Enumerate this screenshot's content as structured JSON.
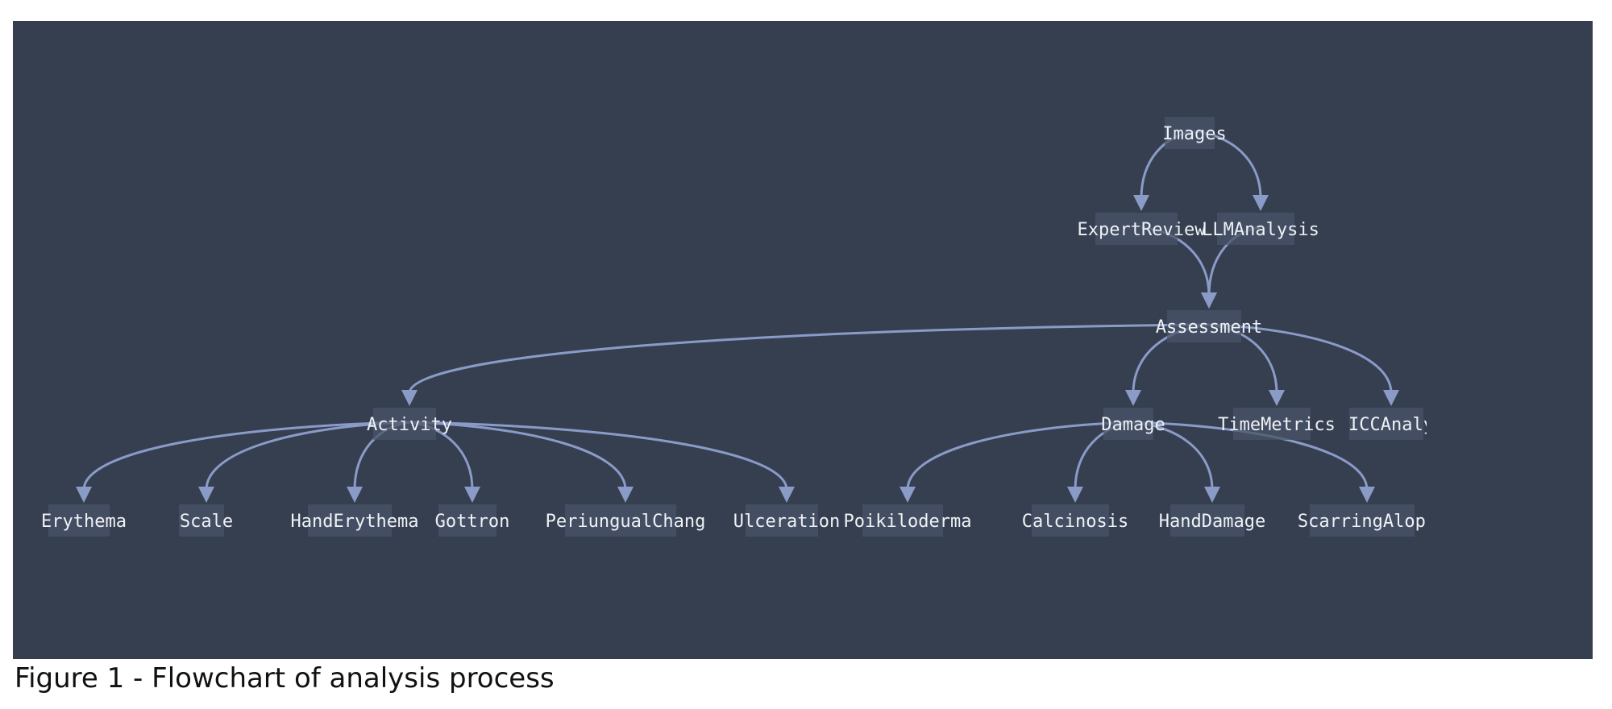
{
  "figure": {
    "caption": "Figure 1 - Flowchart of analysis process"
  },
  "colors": {
    "panel_background": "#363f50",
    "edge": "#8a9bc8",
    "node_box": "#4a5468",
    "node_text": "#eef1f6"
  },
  "diagram": {
    "nodes": [
      {
        "id": "images",
        "label": "Images"
      },
      {
        "id": "expert-review",
        "label": "ExpertReview"
      },
      {
        "id": "llm-analysis",
        "label": "LLMAnalysis"
      },
      {
        "id": "assessment",
        "label": "Assessment"
      },
      {
        "id": "activity",
        "label": "Activity"
      },
      {
        "id": "damage",
        "label": "Damage"
      },
      {
        "id": "time-metrics",
        "label": "TimeMetrics"
      },
      {
        "id": "icc-analysis",
        "label": "ICCAnaly"
      },
      {
        "id": "erythema",
        "label": "Erythema"
      },
      {
        "id": "scale",
        "label": "Scale"
      },
      {
        "id": "hand-erythema",
        "label": "HandErythema"
      },
      {
        "id": "gottron",
        "label": "Gottron"
      },
      {
        "id": "periungual-changes",
        "label": "PeriungualChang"
      },
      {
        "id": "ulceration",
        "label": "Ulceration"
      },
      {
        "id": "poikiloderma",
        "label": "Poikiloderma"
      },
      {
        "id": "calcinosis",
        "label": "Calcinosis"
      },
      {
        "id": "hand-damage",
        "label": "HandDamage"
      },
      {
        "id": "scarring-alopecia",
        "label": "ScarringAlope"
      }
    ],
    "edges": [
      {
        "from": "images",
        "to": "expert-review"
      },
      {
        "from": "images",
        "to": "llm-analysis"
      },
      {
        "from": "expert-review",
        "to": "assessment"
      },
      {
        "from": "llm-analysis",
        "to": "assessment"
      },
      {
        "from": "assessment",
        "to": "activity"
      },
      {
        "from": "assessment",
        "to": "damage"
      },
      {
        "from": "assessment",
        "to": "time-metrics"
      },
      {
        "from": "assessment",
        "to": "icc-analysis"
      },
      {
        "from": "activity",
        "to": "erythema"
      },
      {
        "from": "activity",
        "to": "scale"
      },
      {
        "from": "activity",
        "to": "hand-erythema"
      },
      {
        "from": "activity",
        "to": "gottron"
      },
      {
        "from": "activity",
        "to": "periungual-changes"
      },
      {
        "from": "activity",
        "to": "ulceration"
      },
      {
        "from": "damage",
        "to": "poikiloderma"
      },
      {
        "from": "damage",
        "to": "calcinosis"
      },
      {
        "from": "damage",
        "to": "hand-damage"
      },
      {
        "from": "damage",
        "to": "scarring-alopecia"
      }
    ]
  }
}
